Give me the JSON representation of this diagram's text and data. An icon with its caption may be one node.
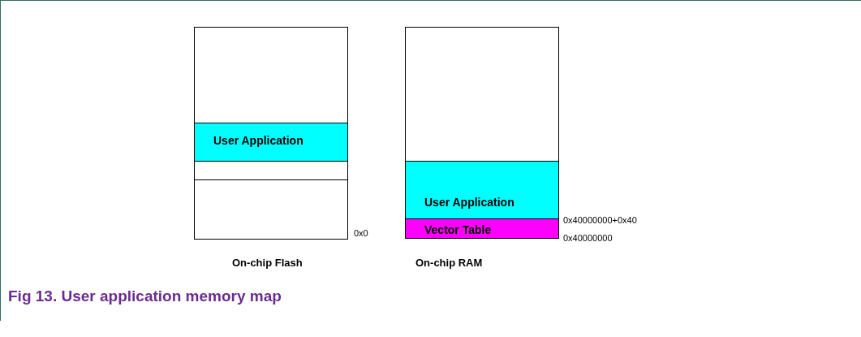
{
  "diagram": {
    "caption": "Fig 13. User application memory map",
    "nodes": [
      {
        "text": [
          "On-chip Flash"
        ]
      },
      {
        "text": [],
        "shape": "box",
        "in": 0
      },
      {
        "text": [
          "User Application"
        ],
        "in": 0
      },
      {
        "text": [],
        "shape": "box",
        "in": 0
      },
      {
        "text": [],
        "shape": "box",
        "in": 0
      },
      {
        "text": [
          "On-chip RAM"
        ]
      },
      {
        "text": [],
        "shape": "box",
        "in": 5
      },
      {
        "text": [
          "User Application"
        ],
        "in": 5
      },
      {
        "text": [
          "Vector Table"
        ],
        "in": 5
      }
    ],
    "edges": [],
    "labels": [
      "0x0",
      "0x40000000+0x40",
      "0x40000000"
    ]
  }
}
